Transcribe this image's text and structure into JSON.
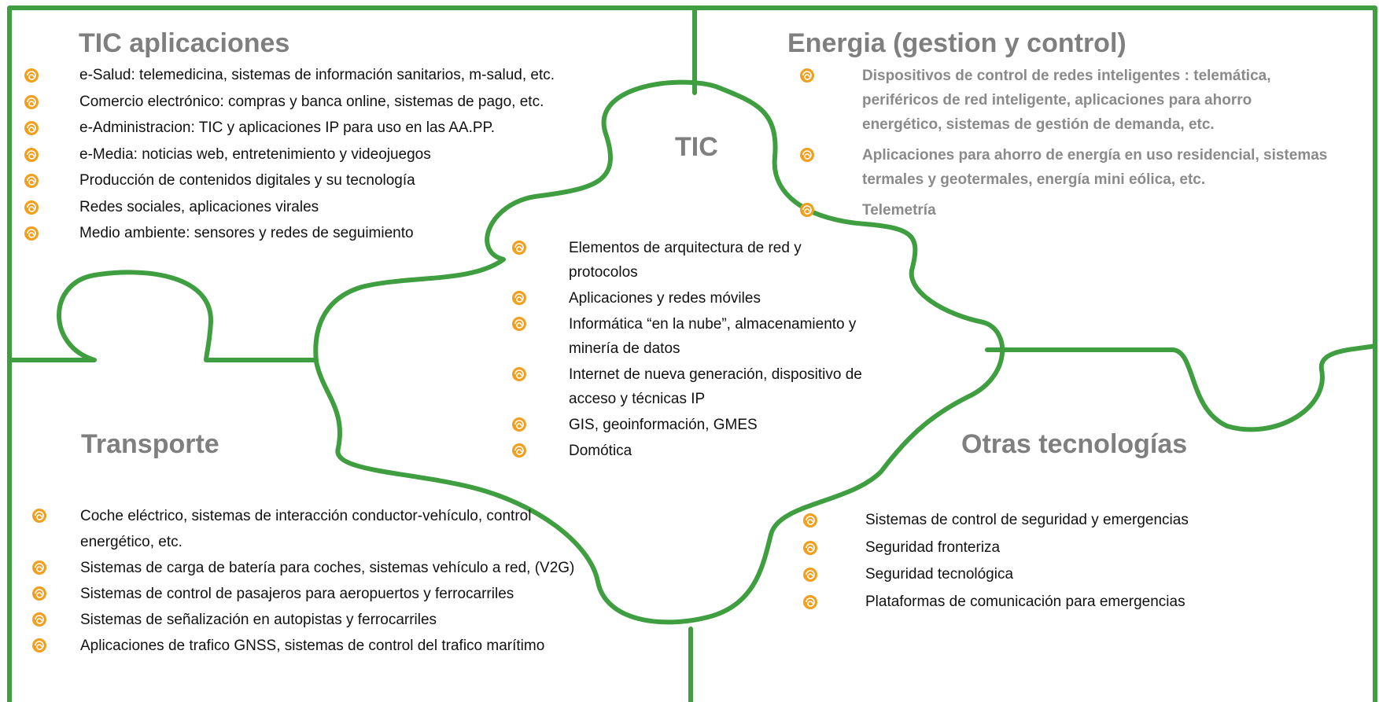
{
  "colors": {
    "frame_green": "#3f9e3f",
    "title_gray": "#7f7f7f",
    "bullet_orange": "#f0a020"
  },
  "bullet_icon": "swirl-bullet-icon",
  "center_title": "TIC",
  "sections": {
    "tic_aplicaciones": {
      "title": "TIC aplicaciones",
      "items": [
        "e-Salud: telemedicina, sistemas de información sanitarios,  m-salud, etc.",
        "Comercio electrónico: compras y banca online, sistemas de pago, etc.",
        "e-Administracion: TIC y aplicaciones IP para uso en las AA.PP.",
        "e-Media: noticias web, entretenimiento y videojuegos",
        "Producción de contenidos digitales y su tecnología",
        "Redes sociales, aplicaciones virales",
        "Medio ambiente: sensores y redes de seguimiento"
      ]
    },
    "energia": {
      "title": "Energia  (gestion y control)",
      "items": [
        "Dispositivos de control de redes inteligentes : telemática, periféricos de red inteligente, aplicaciones para ahorro energético, sistemas de gestión de demanda, etc.",
        "Aplicaciones para ahorro de energía en uso residencial, sistemas termales y geotermales, energía mini eólica, etc.",
        "Telemetría"
      ]
    },
    "tic_center": {
      "items": [
        "Elementos de arquitectura de red y protocolos",
        "Aplicaciones y redes móviles",
        "Informática “en la nube”, almacenamiento  y minería de datos",
        "Internet de nueva generación, dispositivo de acceso y técnicas IP",
        "GIS, geoinformación, GMES",
        "Domótica"
      ]
    },
    "transporte": {
      "title": "Transporte",
      "items": [
        "Coche eléctrico, sistemas de interacción conductor-vehículo, control energético, etc.",
        "Sistemas de carga de batería para coches, sistemas vehículo a red, (V2G)",
        "Sistemas de control de pasajeros para aeropuertos y ferrocarriles",
        "Sistemas de señalización en autopistas y ferrocarriles",
        "Aplicaciones de trafico GNSS, sistemas de control del trafico marítimo"
      ]
    },
    "otras": {
      "title": "Otras tecnologías",
      "items": [
        "Sistemas de control de seguridad y emergencias",
        "Seguridad fronteriza",
        "Seguridad tecnológica",
        "Plataformas de comunicación para emergencias"
      ]
    }
  }
}
